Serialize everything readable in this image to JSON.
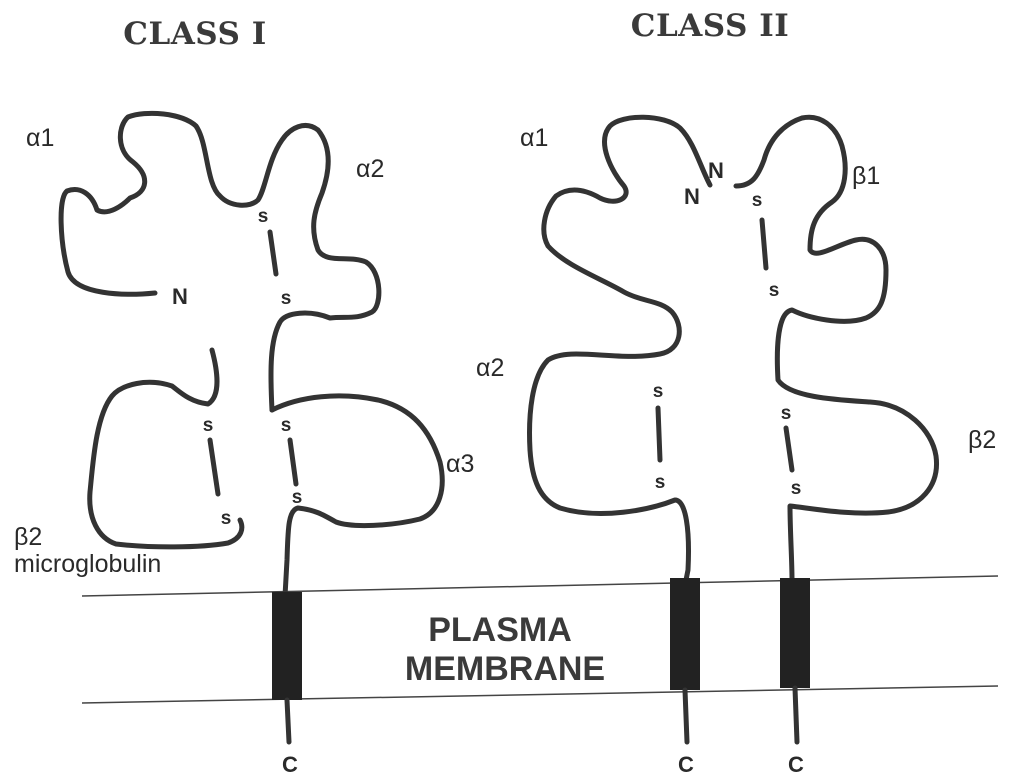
{
  "class_i": {
    "title": "CLASS I",
    "labels": {
      "alpha1": "α1",
      "alpha2": "α2",
      "alpha3": "α3",
      "beta2": "β2",
      "microglobulin": "microglobulin",
      "n_terminus": "N",
      "c_terminus": "C"
    },
    "disulfide_s": "s"
  },
  "class_ii": {
    "title": "CLASS II",
    "labels": {
      "alpha1": "α1",
      "alpha2": "α2",
      "beta1": "β1",
      "beta2": "β2",
      "n_terminus_alpha": "N",
      "n_terminus_beta": "N",
      "c_terminus_alpha": "C",
      "c_terminus_beta": "C"
    },
    "disulfide_s": "s"
  },
  "membrane": {
    "line1": "PLASMA",
    "line2": "MEMBRANE"
  }
}
